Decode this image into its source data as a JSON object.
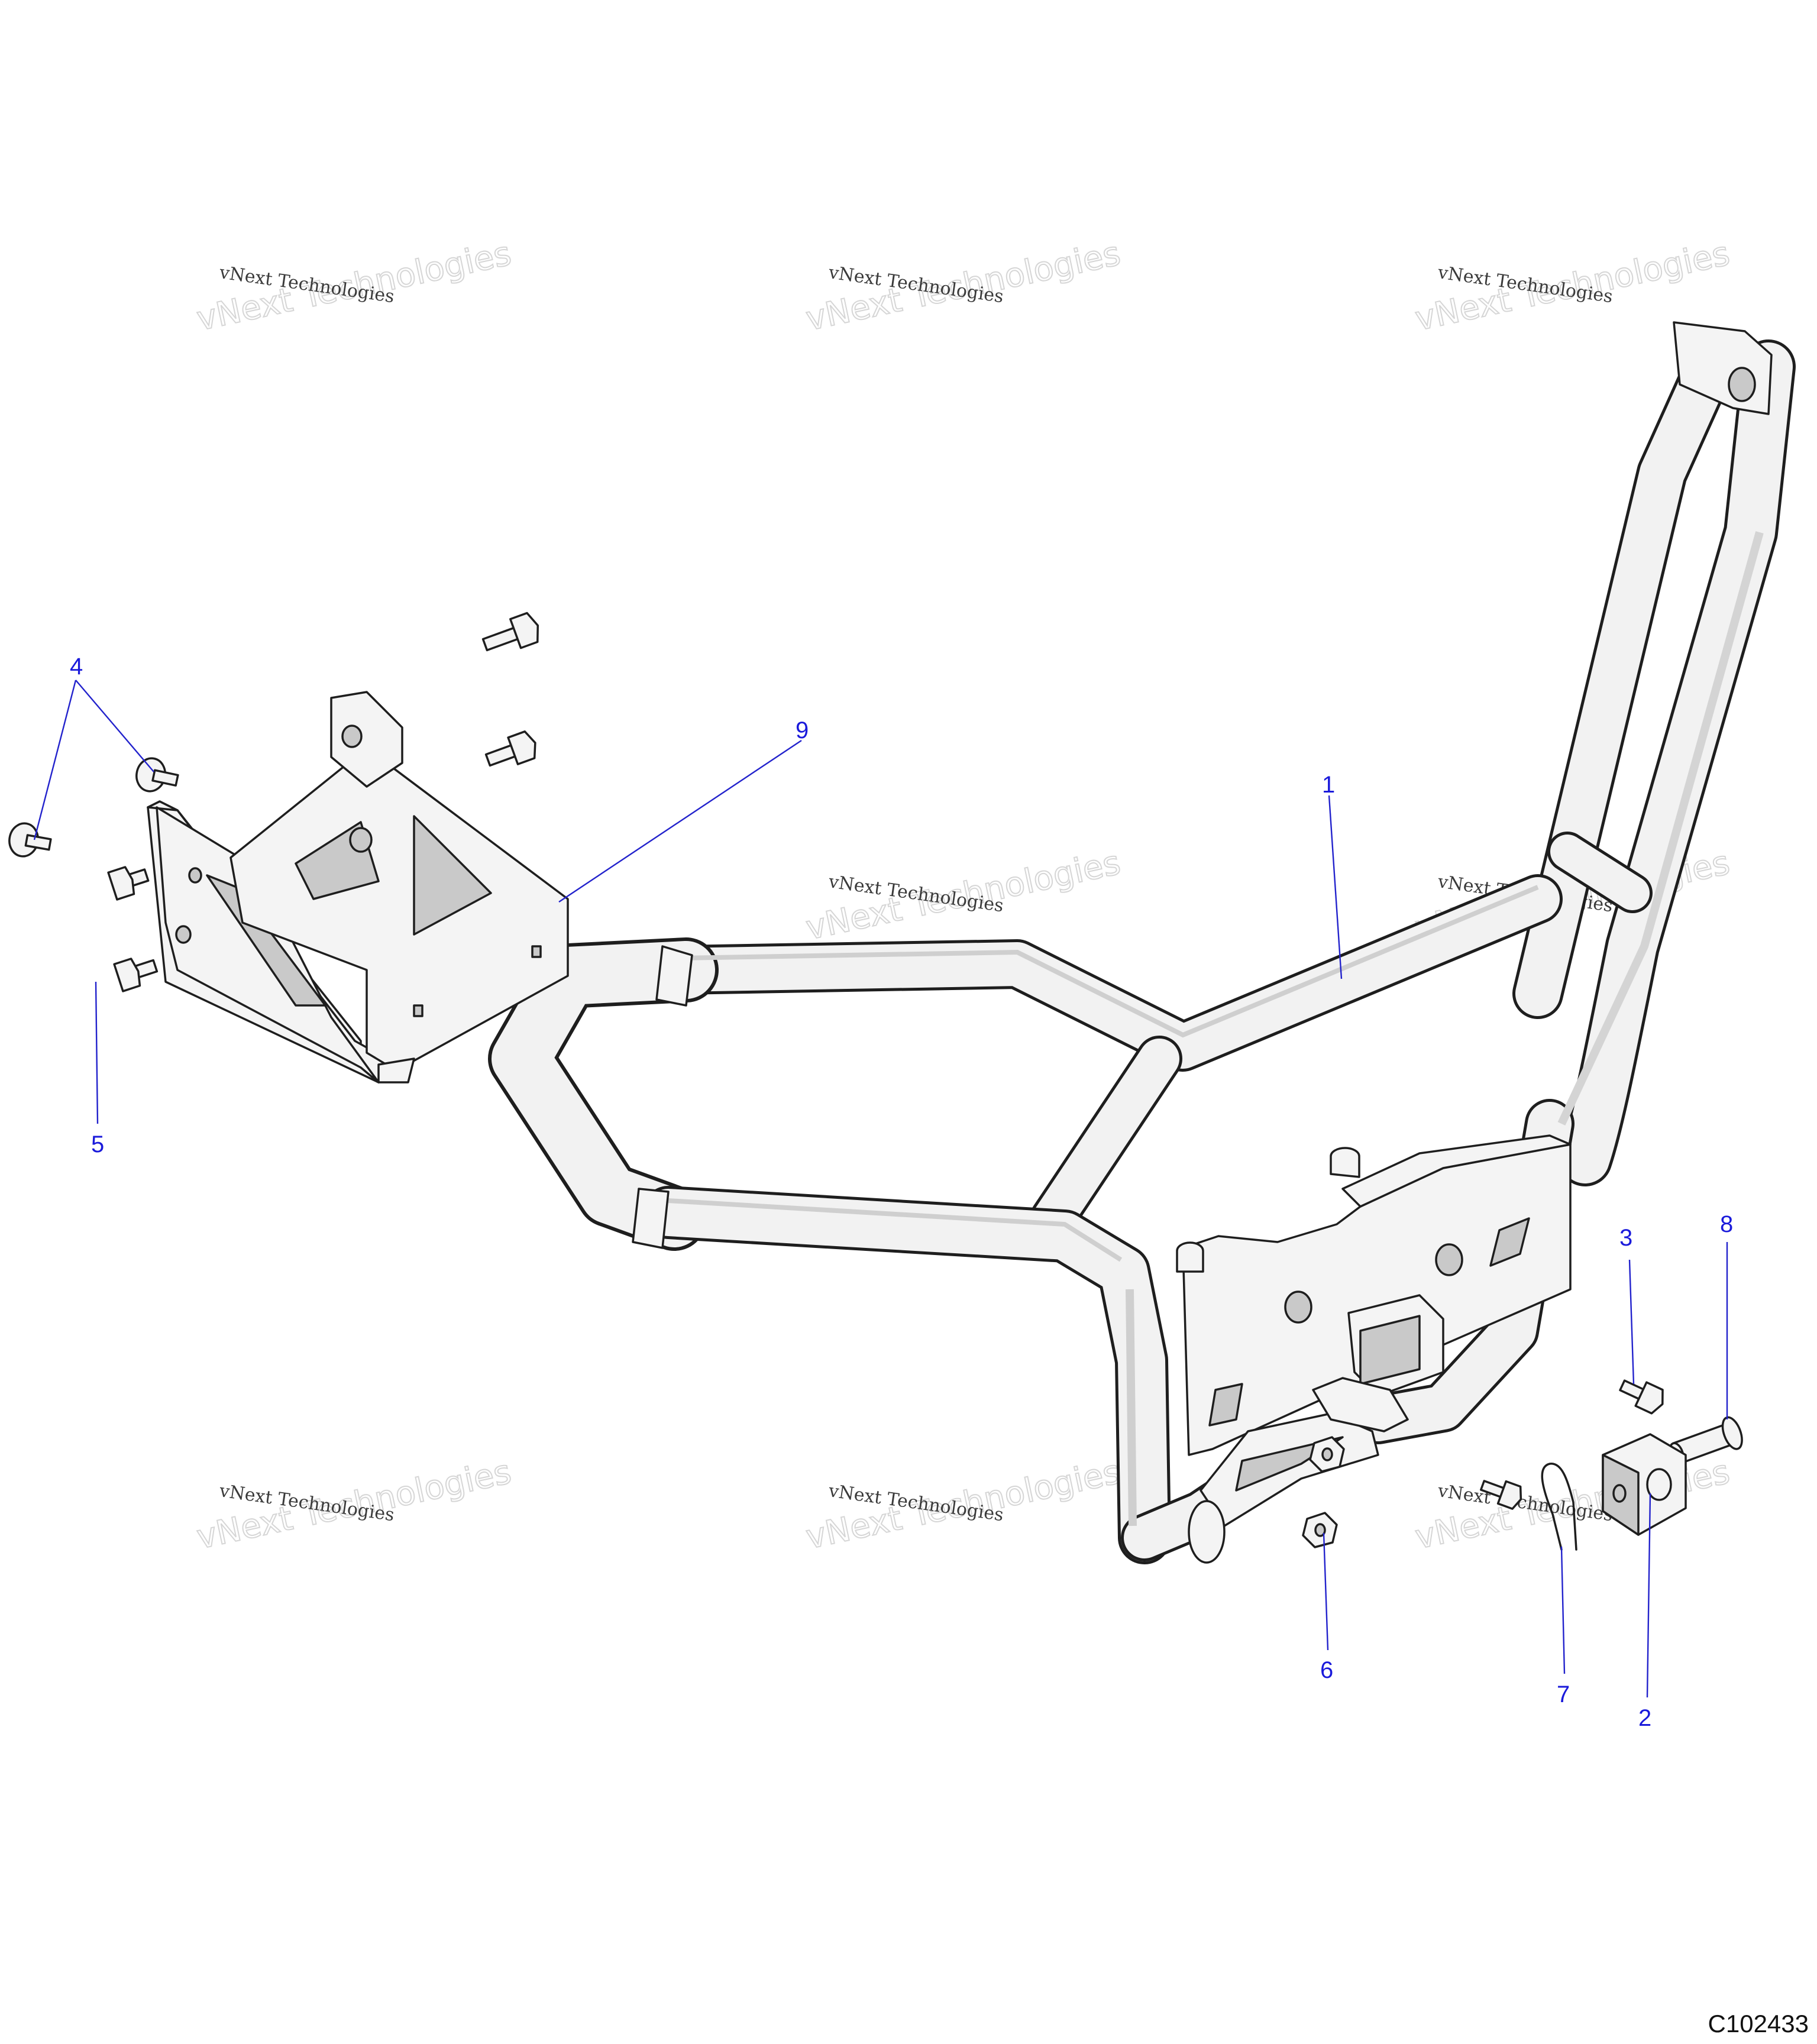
{
  "watermark": {
    "line1": "vNext Technologies",
    "line2": "vNext Technologies"
  },
  "callouts": [
    "1",
    "2",
    "3",
    "4",
    "5",
    "6",
    "7",
    "8",
    "9"
  ],
  "drawing_id": "C102433",
  "colors": {
    "callout": "#1a1adb",
    "line": "#1e1e1e",
    "fill": "#f4f4f4",
    "shade": "#c9c9c9"
  }
}
